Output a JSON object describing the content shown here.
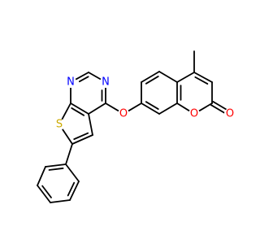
{
  "colors": {
    "bond": "#000000",
    "N": "#0000ff",
    "O": "#ff0000",
    "S": "#ccaa00"
  },
  "atoms": [
    {
      "id": "N1",
      "label": "N",
      "element": "N"
    },
    {
      "id": "N3",
      "label": "N",
      "element": "N"
    },
    {
      "id": "S",
      "label": "S",
      "element": "S"
    },
    {
      "id": "Oe",
      "label": "O",
      "element": "O"
    },
    {
      "id": "Or",
      "label": "O",
      "element": "O"
    },
    {
      "id": "Oc",
      "label": "O",
      "element": "O"
    }
  ]
}
